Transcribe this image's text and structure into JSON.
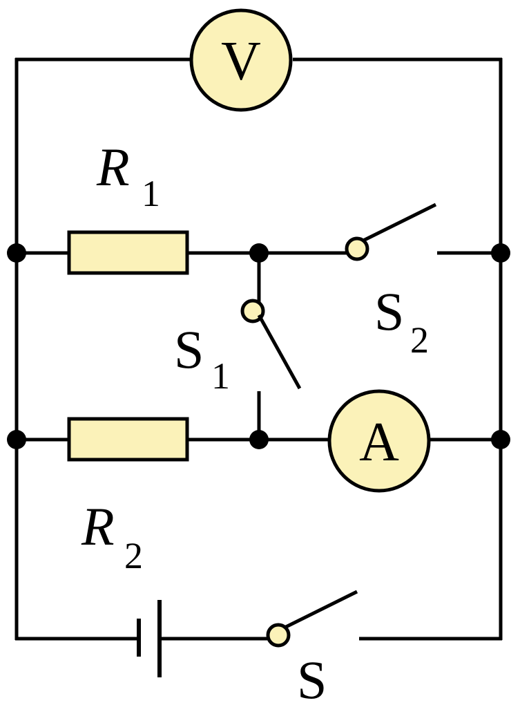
{
  "colors": {
    "wire": "#000000",
    "component_fill": "#fbf2b9"
  },
  "voltmeter": {
    "symbol": "V"
  },
  "ammeter": {
    "symbol": "A"
  },
  "resistor_r1": {
    "letter": "R",
    "subscript": "1"
  },
  "resistor_r2": {
    "letter": "R",
    "subscript": "2"
  },
  "switch_s1": {
    "letter": "S",
    "subscript": "1",
    "state": "open"
  },
  "switch_s2": {
    "letter": "S",
    "subscript": "2",
    "state": "open"
  },
  "switch_s": {
    "letter": "S",
    "state": "open"
  },
  "battery": {
    "icon": "battery-icon"
  }
}
